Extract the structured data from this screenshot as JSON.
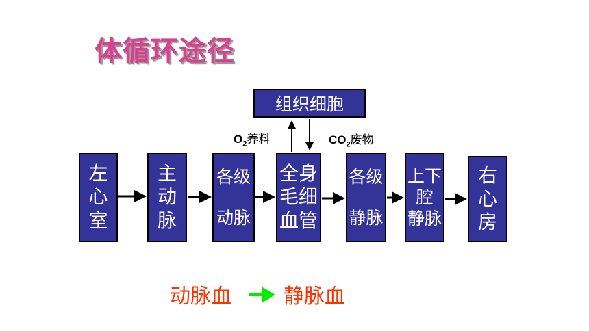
{
  "title": "体循环途径",
  "tissue_box": "组织细胞",
  "o2_label": {
    "symbol": "O",
    "sub": "2",
    "text": "养料"
  },
  "co2_label": {
    "symbol": "CO",
    "sub": "2",
    "text": "废物"
  },
  "boxes": [
    {
      "lines": [
        "左",
        "心",
        "室"
      ]
    },
    {
      "lines": [
        "主",
        "动",
        "脉"
      ]
    },
    {
      "lines": [
        "各级",
        "",
        "动脉"
      ]
    },
    {
      "lines": [
        "全身",
        "毛细",
        "血管"
      ]
    },
    {
      "lines": [
        "各级",
        "",
        "静脉"
      ]
    },
    {
      "lines": [
        "上下",
        "腔",
        "静脉"
      ]
    },
    {
      "lines": [
        "右",
        "心",
        "房"
      ]
    }
  ],
  "bottom": {
    "from": "动脉血",
    "to": "静脉血"
  },
  "colors": {
    "box_fill": "#333399",
    "title": "#d9408e",
    "bottom_text": "#ff3300",
    "green_arrow": "#00ee00"
  }
}
